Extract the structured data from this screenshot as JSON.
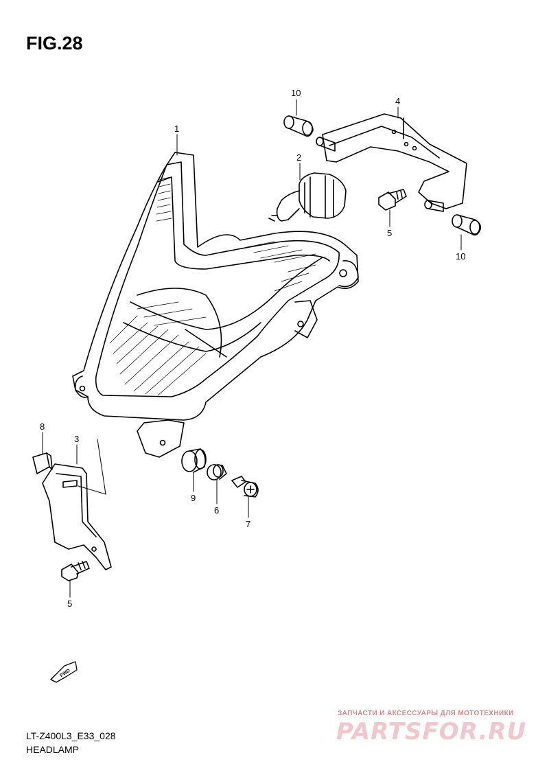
{
  "figure": {
    "title": "FIG.28",
    "code": "LT-Z400L3_E33_028",
    "caption": "HEADLAMP"
  },
  "callouts": [
    {
      "id": "c1",
      "label": "1"
    },
    {
      "id": "c2",
      "label": "2"
    },
    {
      "id": "c3",
      "label": "3"
    },
    {
      "id": "c4",
      "label": "4"
    },
    {
      "id": "c5a",
      "label": "5"
    },
    {
      "id": "c5b",
      "label": "5"
    },
    {
      "id": "c6",
      "label": "6"
    },
    {
      "id": "c7",
      "label": "7"
    },
    {
      "id": "c8",
      "label": "8"
    },
    {
      "id": "c9",
      "label": "9"
    },
    {
      "id": "c10a",
      "label": "10"
    },
    {
      "id": "c10b",
      "label": "10"
    }
  ],
  "direction_arrow": {
    "label": "FWD"
  },
  "watermark": {
    "tagline": "ЗАПЧАСТИ И АКСЕССУАРЫ ДЛЯ МОТОТЕХНИКИ",
    "logo": "PARTSFOR.RU"
  },
  "colors": {
    "line": "#000000",
    "watermark_text": "#d8848a",
    "watermark_logo": "#f0c8cc"
  }
}
